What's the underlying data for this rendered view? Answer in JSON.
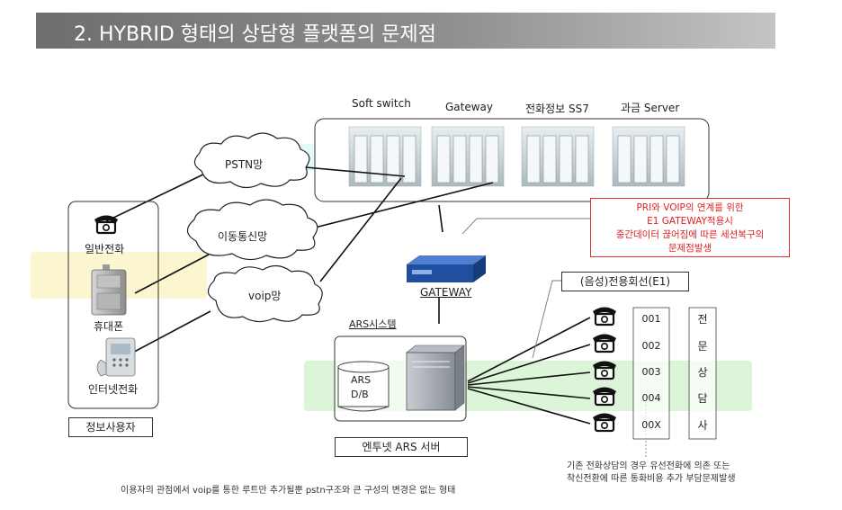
{
  "title": "2. HYBRID 형태의 상담형 플랫폼의 문제점",
  "servers": [
    {
      "label": "Soft switch"
    },
    {
      "label": "Gateway"
    },
    {
      "label": "전화정보 SS7"
    },
    {
      "label": "과금 Server"
    }
  ],
  "networks": {
    "pstn": "PSTN망",
    "mobile": "이동통신망",
    "voip": "voip망"
  },
  "users": {
    "phone": "일반전화",
    "mobile": "휴대폰",
    "internet_phone": "인터넷전화",
    "box_label": "정보사용자"
  },
  "callout": {
    "lines": [
      "PRI와 VOIP의 연계를 위한",
      "E1 GATEWAY적용시",
      "중간데이터 끊어짐에 따른 세션복구의",
      "문제점발생"
    ]
  },
  "gateway_label": "GATEWAY",
  "ars": {
    "system_label": "ARS시스템",
    "db_line1": "ARS",
    "db_line2": "D/B",
    "server_label": "엔투넷 ARS 서버"
  },
  "line_label": "(음성)전용회선(E1)",
  "counselor_numbers": [
    "001",
    "002",
    "003",
    "004",
    "00X"
  ],
  "counselor_chars": [
    "전",
    "문",
    "상",
    "담",
    "사"
  ],
  "note_right": {
    "line1": "기존 전화상담의 경우 유선전화에 의존 또는",
    "line2": "착신전환에 따른 통화비용 추가 부담문제발생"
  },
  "note_bottom": "이용자의 관점에서 voip를 통한 루트만 추가될뿐 pstn구조와 큰 구성의 변경은 없는 형태",
  "colors": {
    "highlight_yellow": "#fbf6cf",
    "highlight_green": "#dcf5d8",
    "highlight_cyan": "#d9f6f6",
    "callout_red": "#dd2222",
    "gateway_blue": "#1f4f9e"
  }
}
